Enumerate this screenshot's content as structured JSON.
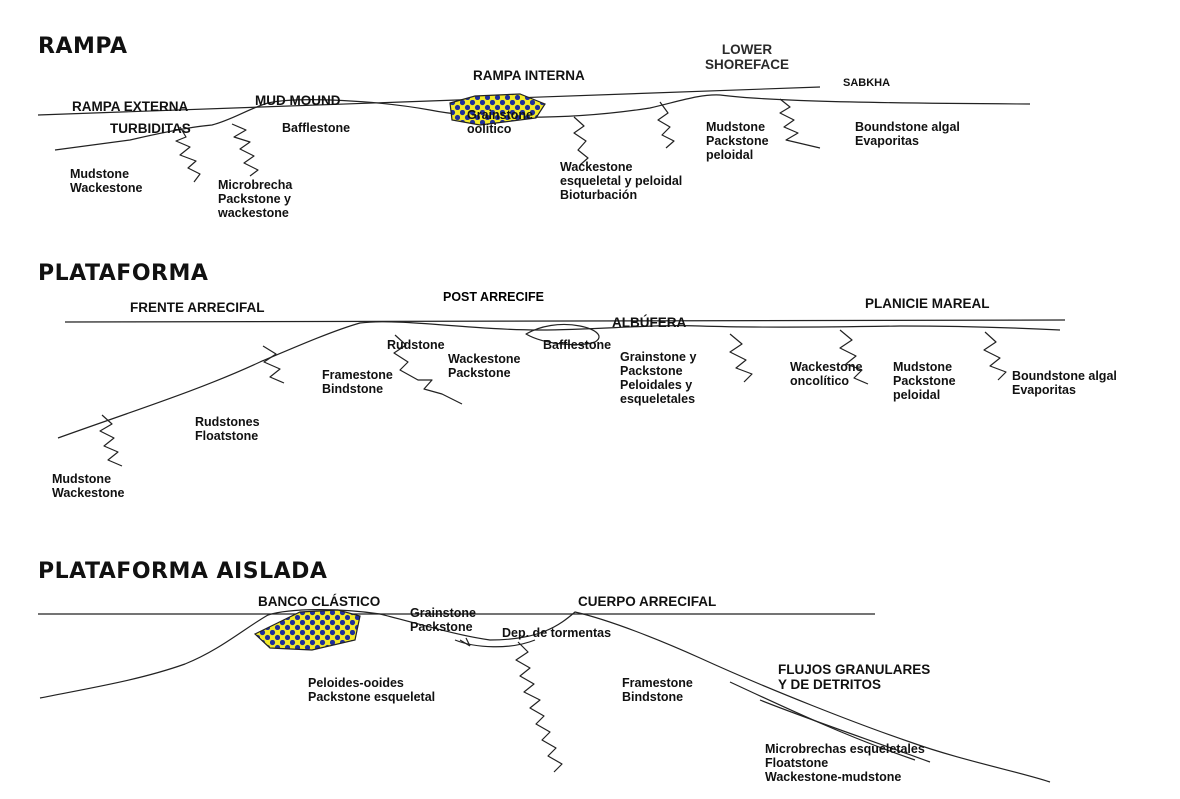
{
  "diagram": {
    "rampa": {
      "title": "RAMPA",
      "lower_shoreface": "LOWER\nSHOREFACE",
      "rampa_interna": "RAMPA INTERNA",
      "sabkha": "SABKHA",
      "rampa_externa": "RAMPA EXTERNA",
      "mud_mound": "MUD MOUND",
      "turbiditas": "TURBIDITAS",
      "bafflestone": "Bafflestone",
      "grainstone_oolitico": "Grainstone\noolítico",
      "mudstone_packstone_peloidal": "Mudstone\nPackstone\npeloidal",
      "boundstone_evaporitas": "Boundstone algal\nEvaporitas",
      "mudstone_wackestone": "Mudstone\nWackestone",
      "microbrecha": "Microbrecha\nPackstone y\nwackestone",
      "wackestone_bioturbacion": "Wackestone\nesqueletal y peloidal\nBioturbación"
    },
    "plataforma": {
      "title": "PLATAFORMA",
      "post_arrecife": "POST ARRECIFE",
      "frente_arrecifal": "FRENTE ARRECIFAL",
      "planicie_mareal": "PLANICIE MAREAL",
      "albufera": "ALBÚFERA",
      "rudstone": "Rudstone",
      "bafflestone": "Bafflestone",
      "wackestone_packstone": "Wackestone\nPackstone",
      "framestone_bindstone": "Framestone\nBindstone",
      "grainstone_packstone": "Grainstone y\nPackstone\nPeloidales y\nesqueletales",
      "wackestone_oncolitico": "Wackestone\noncolítico",
      "mudstone_packstone_peloidal": "Mudstone\nPackstone\npeloidal",
      "boundstone_evaporitas": "Boundstone algal\nEvaporitas",
      "rudstones_floatstone": "Rudstones\nFloatstone",
      "mudstone_wackestone": "Mudstone\nWackestone"
    },
    "plataforma_aislada": {
      "title": "PLATAFORMA AISLADA",
      "banco_clastico": "BANCO CLÁSTICO",
      "cuerpo_arrecifal": "CUERPO ARRECIFAL",
      "grainstone_packstone": "Grainstone\nPackstone",
      "dep_tormentas": "Dep. de tormentas",
      "peloides_ooides": "Peloides-ooides\nPackstone esqueletal",
      "framestone_bindstone": "Framestone\nBindstone",
      "flujos_granulares": "FLUJOS GRANULARES\nY DE DETRITOS",
      "microbrechas": "Microbrechas esqueletales\nFloatstone\nWackestone-mudstone"
    },
    "colors": {
      "line": "#222222",
      "pattern_fill": "#f2ea2a",
      "pattern_dots": "#1f2f9a"
    }
  }
}
